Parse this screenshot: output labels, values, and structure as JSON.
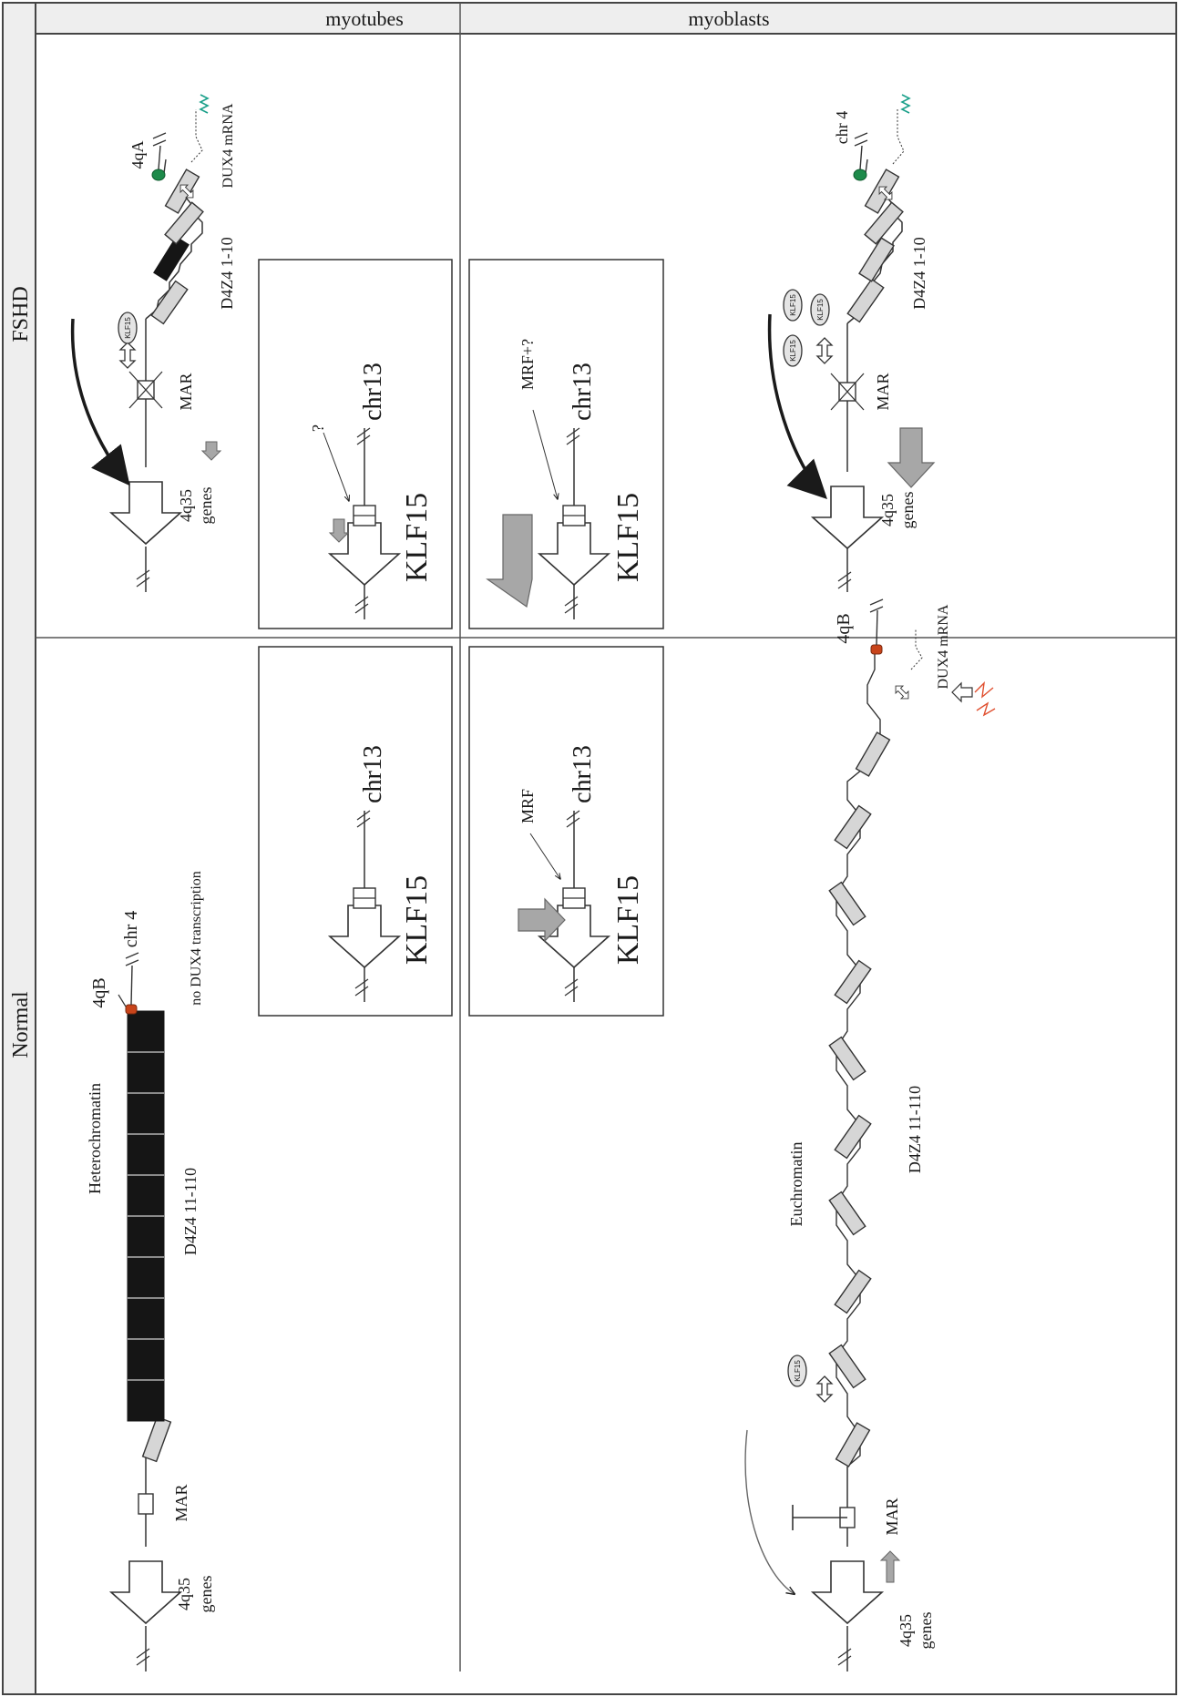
{
  "headers": {
    "col_left": "myotubes",
    "col_right": "myoblasts",
    "row_top": "FSHD",
    "row_bottom": "Normal"
  },
  "fshd_myotubes": {
    "locus": "4qA",
    "mrna": "DUX4 mRNA",
    "repeats": "D4Z4 1-10",
    "klf": "KLF15",
    "mar": "MAR",
    "genes_num": "4q35",
    "genes_word": "genes"
  },
  "fshd_myoblasts": {
    "locus": "chr 4",
    "repeats": "D4Z4 1-10",
    "klf": "KLF15",
    "mar": "MAR",
    "genes_num": "4q35",
    "genes_word": "genes"
  },
  "normal_myotubes": {
    "heterochromatin": "Heterochromatin",
    "locus": "4qB",
    "chr": "chr 4",
    "note": "no DUX4 transcription",
    "repeats": "D4Z4 11-110",
    "mar": "MAR",
    "genes_num": "4q35",
    "genes_word": "genes"
  },
  "normal_myoblasts": {
    "euchromatin": "Euchromatin",
    "repeats": "D4Z4 11-110",
    "klf": "KLF15",
    "locus": "4qB",
    "mrna": "DUX4 mRNA",
    "mar": "MAR",
    "genes_num": "4q35",
    "genes_word": "genes"
  },
  "klf_boxes": {
    "fshd_myotubes": {
      "gene": "KLF15",
      "chr": "chr13",
      "regulator": "?"
    },
    "fshd_myoblasts": {
      "gene": "KLF15",
      "chr": "chr13",
      "regulator": "MRF+?"
    },
    "normal_myotubes": {
      "gene": "KLF15",
      "chr": "chr13"
    },
    "normal_myoblasts": {
      "gene": "KLF15",
      "chr": "chr13",
      "regulator": "MRF"
    }
  },
  "colors": {
    "locus_4qA": "#1d8a4a",
    "locus_4qB": "#c8441a",
    "polyA": "#1aa08a",
    "degraded": "#e05030",
    "repeat_fill": "#d6d6d6",
    "hetero_fill": "#151515",
    "header_bg": "#eeeeee"
  }
}
